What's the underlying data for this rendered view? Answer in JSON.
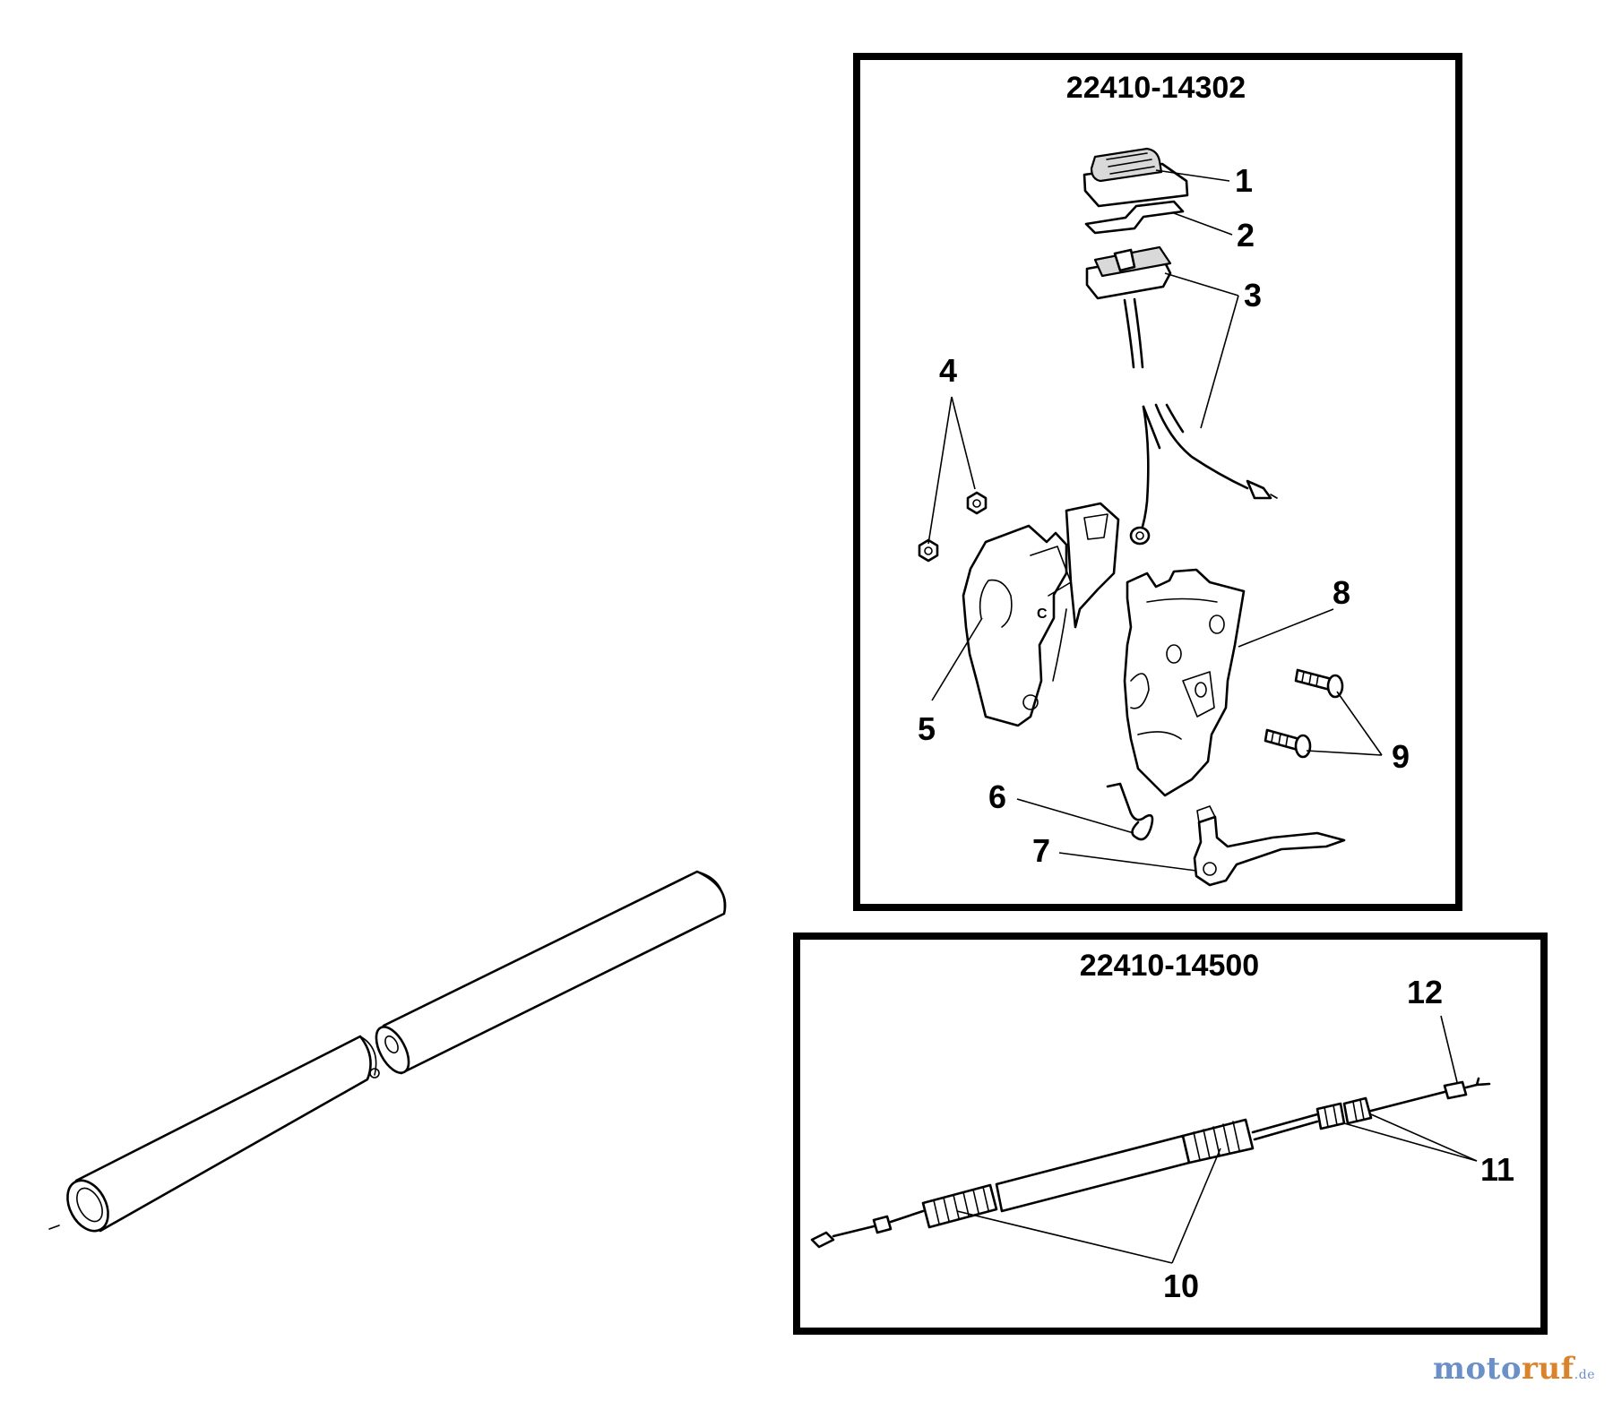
{
  "diagram": {
    "upper_box": {
      "part_number": "22410-14302"
    },
    "lower_box": {
      "part_number": "22410-14500"
    },
    "callouts": {
      "c1": "1",
      "c2": "2",
      "c3": "3",
      "c4": "4",
      "c5": "5",
      "c6": "6",
      "c7": "7",
      "c8": "8",
      "c9": "9",
      "c10": "10",
      "c11": "11",
      "c12": "12"
    }
  },
  "watermark": {
    "part_a": "moto",
    "part_b": "ruf",
    "part_c": ".de"
  }
}
